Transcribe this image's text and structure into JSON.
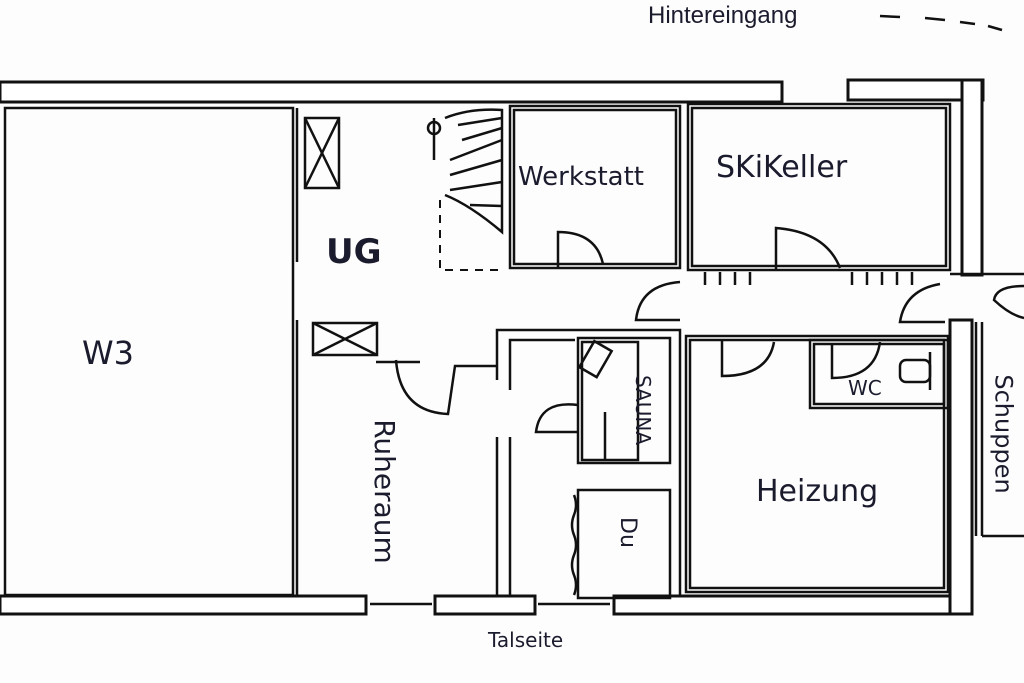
{
  "labels": {
    "back_entrance": "Hintereingang",
    "basement": "UG",
    "apartment": "W3",
    "workshop": "Werkstatt",
    "ski_cellar": "SKiKeller",
    "rest_room": "Ruheraum",
    "sauna": "SAUNA",
    "toilet": "WC",
    "heating": "Heizung",
    "shed": "Schuppen",
    "shower": "Du",
    "valley_side": "Talseite"
  },
  "colors": {
    "ink": "#111111",
    "label_ink": "#1b1b2e",
    "paper": "#fdfdfd"
  }
}
